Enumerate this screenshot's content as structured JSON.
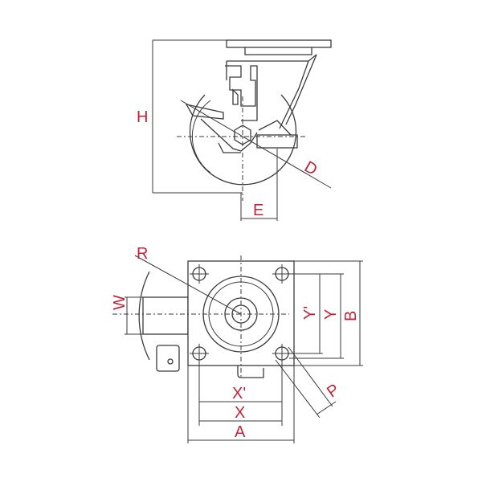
{
  "colors": {
    "line": "#3a3a3a",
    "label": "#c0243a",
    "background": "#ffffff"
  },
  "side_view": {
    "labels": {
      "H": "H",
      "D": "D",
      "E": "E"
    }
  },
  "top_view": {
    "labels": {
      "R": "R",
      "W": "W",
      "Y_prime": "Y'",
      "Y": "Y",
      "B": "B",
      "X_prime": "X'",
      "X": "X",
      "A": "A",
      "P": "P"
    }
  }
}
